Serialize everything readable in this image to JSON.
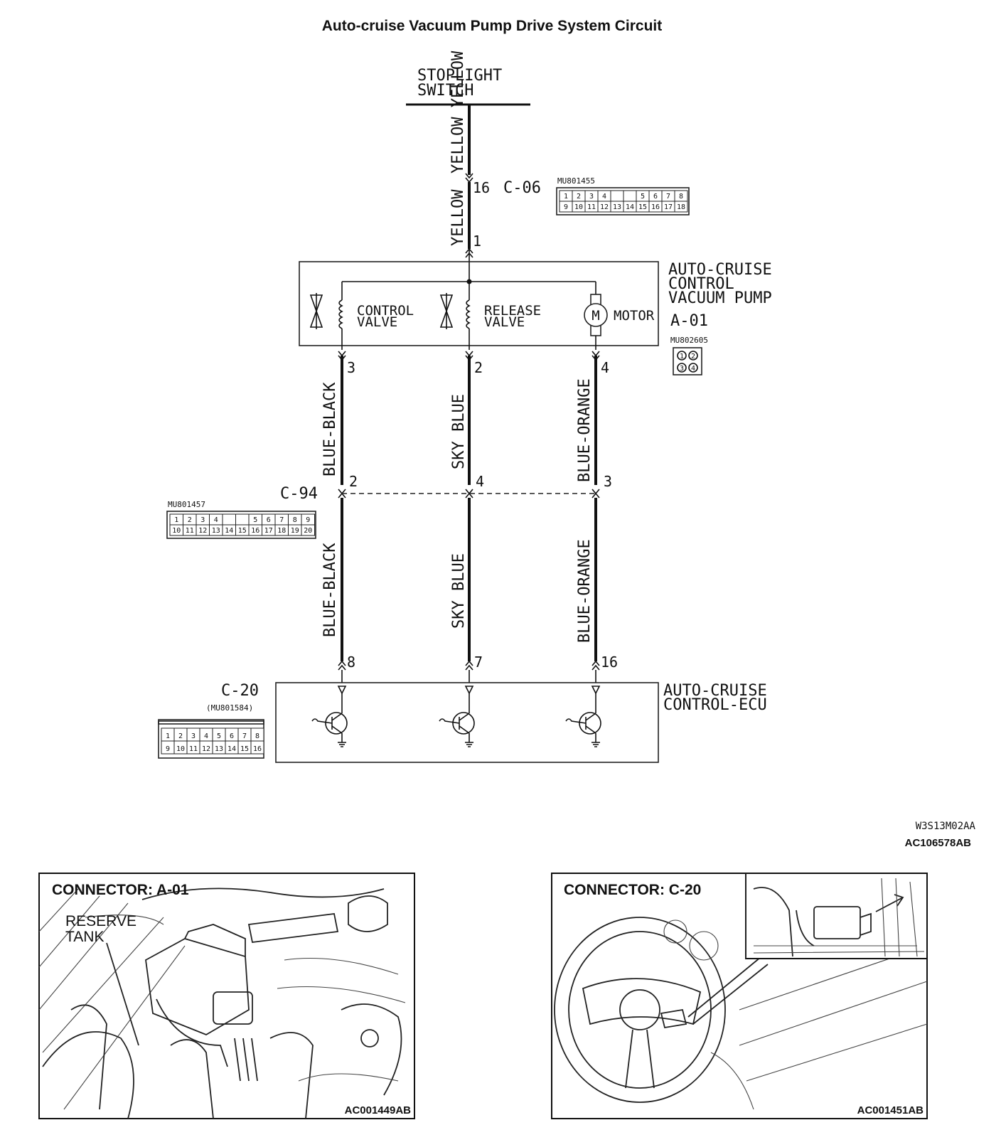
{
  "title": "Auto-cruise Vacuum Pump Drive System Circuit",
  "stoplight_switch": {
    "line1": "STOPLIGHT",
    "line2": "SWITCH"
  },
  "top_wire": {
    "color_label": "YELLOW YELLOW",
    "lower_label": "YELLOW"
  },
  "connector_c06": {
    "name": "C-06",
    "pin_top": "16",
    "pin_bottom": "1",
    "part": "MU801455",
    "row1": [
      "1",
      "2",
      "3",
      "4",
      "",
      "",
      "5",
      "6",
      "7",
      "8"
    ],
    "row2": [
      "9",
      "10",
      "11",
      "12",
      "13",
      "14",
      "15",
      "16",
      "17",
      "18"
    ]
  },
  "vacuum_pump": {
    "line1": "AUTO-CRUISE",
    "line2": "CONTROL",
    "line3": "VACUUM PUMP",
    "connector": "A-01",
    "part": "MU802605",
    "pins": [
      "1",
      "2",
      "3",
      "4"
    ],
    "control_valve": {
      "line1": "CONTROL",
      "line2": "VALVE"
    },
    "release_valve": {
      "line1": "RELEASE",
      "line2": "VALVE"
    },
    "motor_symbol": "M",
    "motor_label": "MOTOR"
  },
  "wires": [
    {
      "upper_label": "BLUE-BLACK",
      "lower_label": "BLUE-BLACK",
      "pump_pin": "3",
      "c94_pin": "2",
      "ecu_pin": "8"
    },
    {
      "upper_label": "SKY BLUE",
      "lower_label": "SKY BLUE",
      "pump_pin": "2",
      "c94_pin": "4",
      "ecu_pin": "7"
    },
    {
      "upper_label": "BLUE-ORANGE",
      "lower_label": "BLUE-ORANGE",
      "pump_pin": "4",
      "c94_pin": "3",
      "ecu_pin": "16"
    }
  ],
  "connector_c94": {
    "name": "C-94",
    "part": "MU801457",
    "row1": [
      "1",
      "2",
      "3",
      "4",
      "",
      "",
      "5",
      "6",
      "7",
      "8",
      "9"
    ],
    "row2": [
      "10",
      "11",
      "12",
      "13",
      "14",
      "15",
      "16",
      "17",
      "18",
      "19",
      "20"
    ]
  },
  "ecu": {
    "line1": "AUTO-CRUISE",
    "line2": "CONTROL-ECU",
    "connector": "C-20",
    "part": "(MU801584)",
    "row1": [
      "1",
      "2",
      "3",
      "4",
      "5",
      "6",
      "7",
      "8"
    ],
    "row2": [
      "9",
      "10",
      "11",
      "12",
      "13",
      "14",
      "15",
      "16"
    ]
  },
  "diagram_refs": {
    "code": "W3S13M02AA",
    "id": "AC106578AB"
  },
  "photo_a01": {
    "title": "CONNECTOR: A-01",
    "label_line1": "RESERVE",
    "label_line2": "TANK",
    "ref": "AC001449AB"
  },
  "photo_c20": {
    "title": "CONNECTOR: C-20",
    "ref": "AC001451AB"
  }
}
